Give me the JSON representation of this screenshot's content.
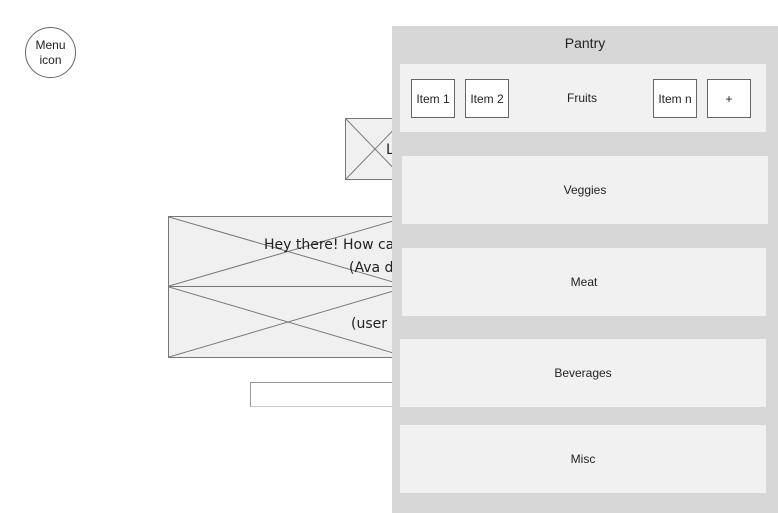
{
  "menu": {
    "label": "Menu\nicon"
  },
  "background": {
    "logo_partial": "L",
    "ava_message": "Hey there! How ca",
    "ava_caption": "(Ava d",
    "user_caption": "(user"
  },
  "pantry": {
    "title": "Pantry",
    "categories": [
      {
        "label": "Fruits",
        "items": [
          "Item 1",
          "Item 2",
          "Item n"
        ],
        "add": "+"
      },
      {
        "label": "Veggies"
      },
      {
        "label": "Meat"
      },
      {
        "label": "Beverages"
      },
      {
        "label": "Misc"
      }
    ]
  }
}
